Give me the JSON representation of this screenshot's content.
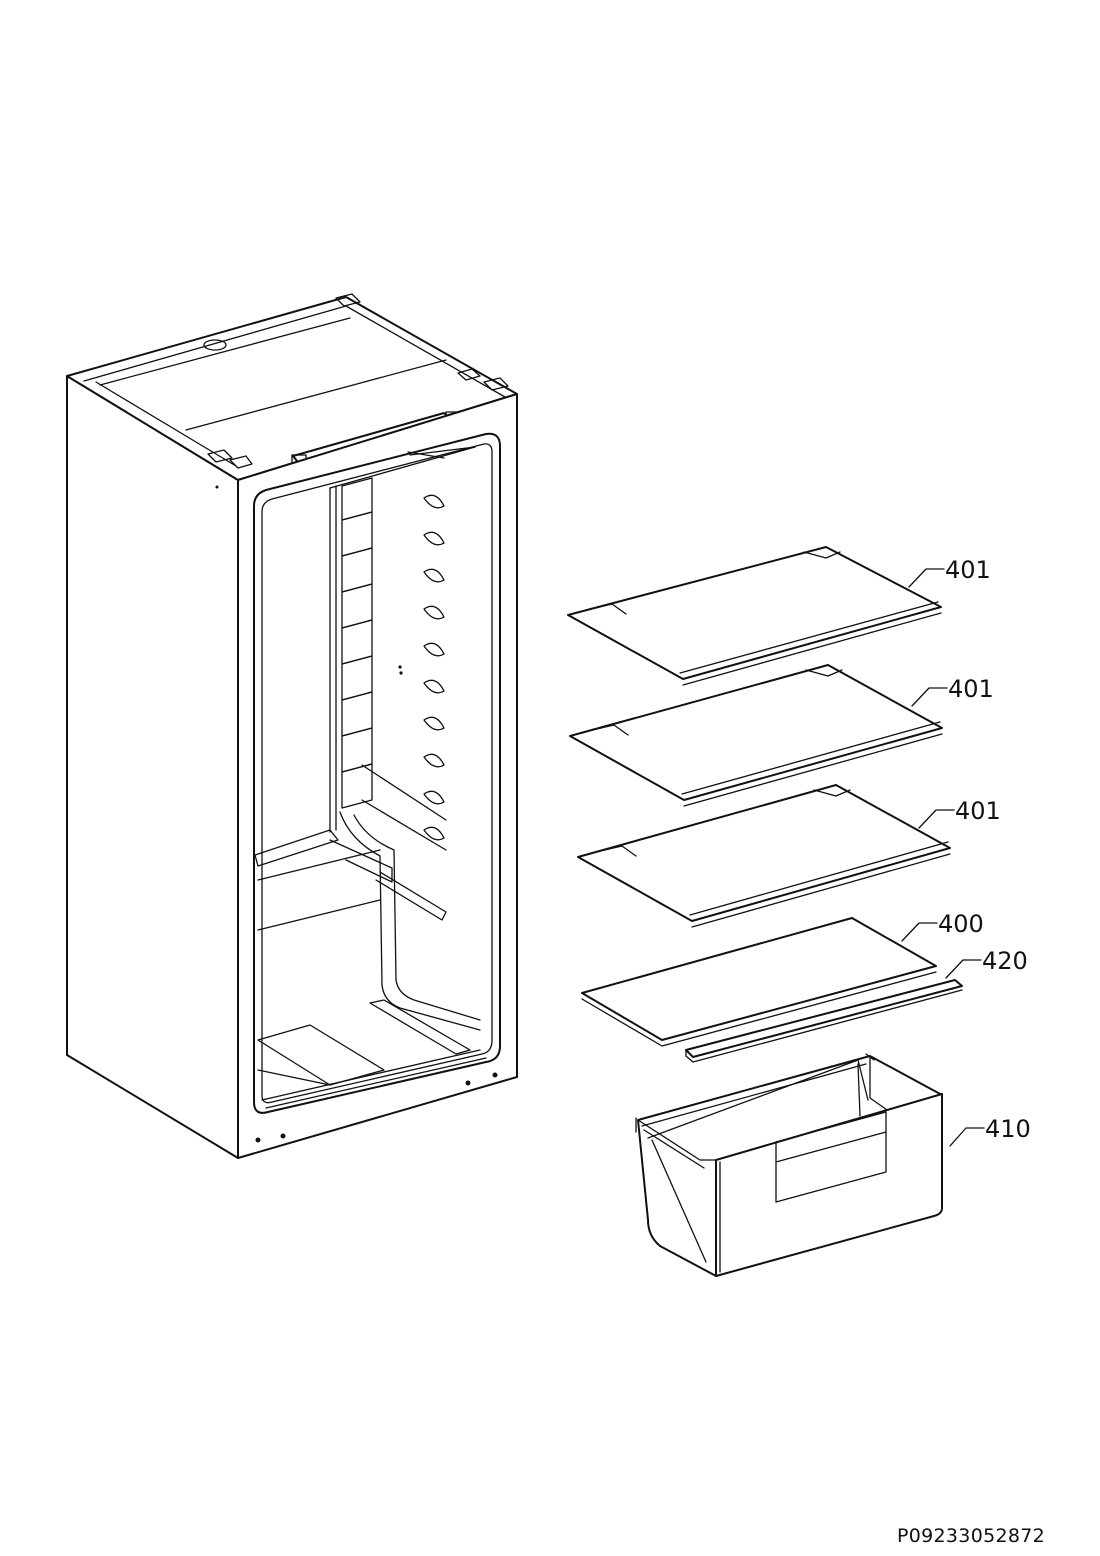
{
  "document_number": "P09233052872",
  "parts": [
    {
      "id": "shelf-1",
      "label": "401"
    },
    {
      "id": "shelf-2",
      "label": "401"
    },
    {
      "id": "shelf-3",
      "label": "401"
    },
    {
      "id": "crisper-cover",
      "label": "400"
    },
    {
      "id": "cover-trim",
      "label": "420"
    },
    {
      "id": "crisper-drawer",
      "label": "410"
    }
  ]
}
